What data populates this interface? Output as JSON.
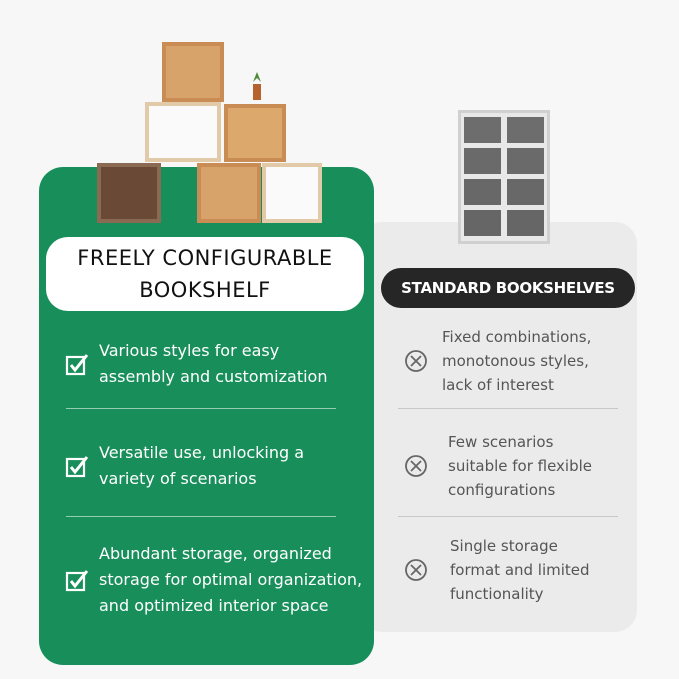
{
  "left_card": {
    "title_line1": "FREELY CONFIGURABLE",
    "title_line2": "BOOKSHELF",
    "benefits": [
      {
        "text": "Various styles for easy\nassembly and customization",
        "icon": "checkbox-icon"
      },
      {
        "text": "Versatile use, unlocking a\nvariety of scenarios",
        "icon": "checkbox-icon"
      },
      {
        "text": "Abundant storage, organized\nstorage for optimal organization,\nand optimized interior space",
        "icon": "checkbox-icon"
      }
    ]
  },
  "right_card": {
    "title": "STANDARD BOOKSHELVES",
    "drawbacks": [
      {
        "text": "Fixed combinations,\nmonotonous styles,\nlack of interest",
        "icon": "circle-x-icon"
      },
      {
        "text": "Few scenarios\nsuitable for flexible\nconfigurations",
        "icon": "circle-x-icon"
      },
      {
        "text": "Single storage\nformat and limited\nfunctionality",
        "icon": "circle-x-icon"
      }
    ]
  },
  "colors": {
    "green": "#188f5a",
    "dark_pill": "#262626",
    "grey_panel": "#ebebeb"
  }
}
